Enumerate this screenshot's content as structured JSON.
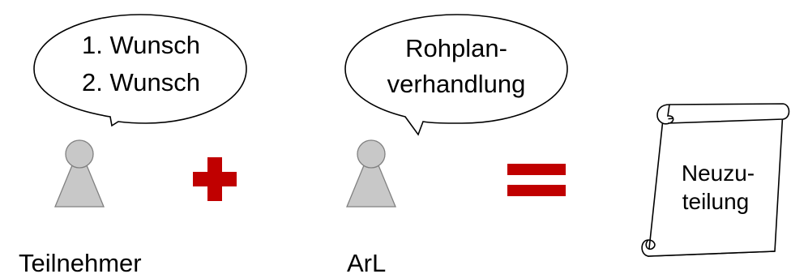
{
  "bubble_left": {
    "line1": "1. Wunsch",
    "line2": "2. Wunsch"
  },
  "bubble_right": {
    "line1": "Rohplan-",
    "line2": "verhandlung"
  },
  "person_left": {
    "label": "Teilnehmer",
    "icon": "pawn-icon"
  },
  "person_right": {
    "label": "ArL",
    "icon": "pawn-icon"
  },
  "operators": {
    "plus_icon": "plus-icon",
    "equals_icon": "equals-icon"
  },
  "scroll": {
    "line1": "Neuzu-",
    "line2": "teilung",
    "icon": "scroll-icon"
  },
  "colors": {
    "operator_red": "#C00000",
    "pawn_fill": "#C8C8C8",
    "pawn_stroke": "#808080"
  }
}
